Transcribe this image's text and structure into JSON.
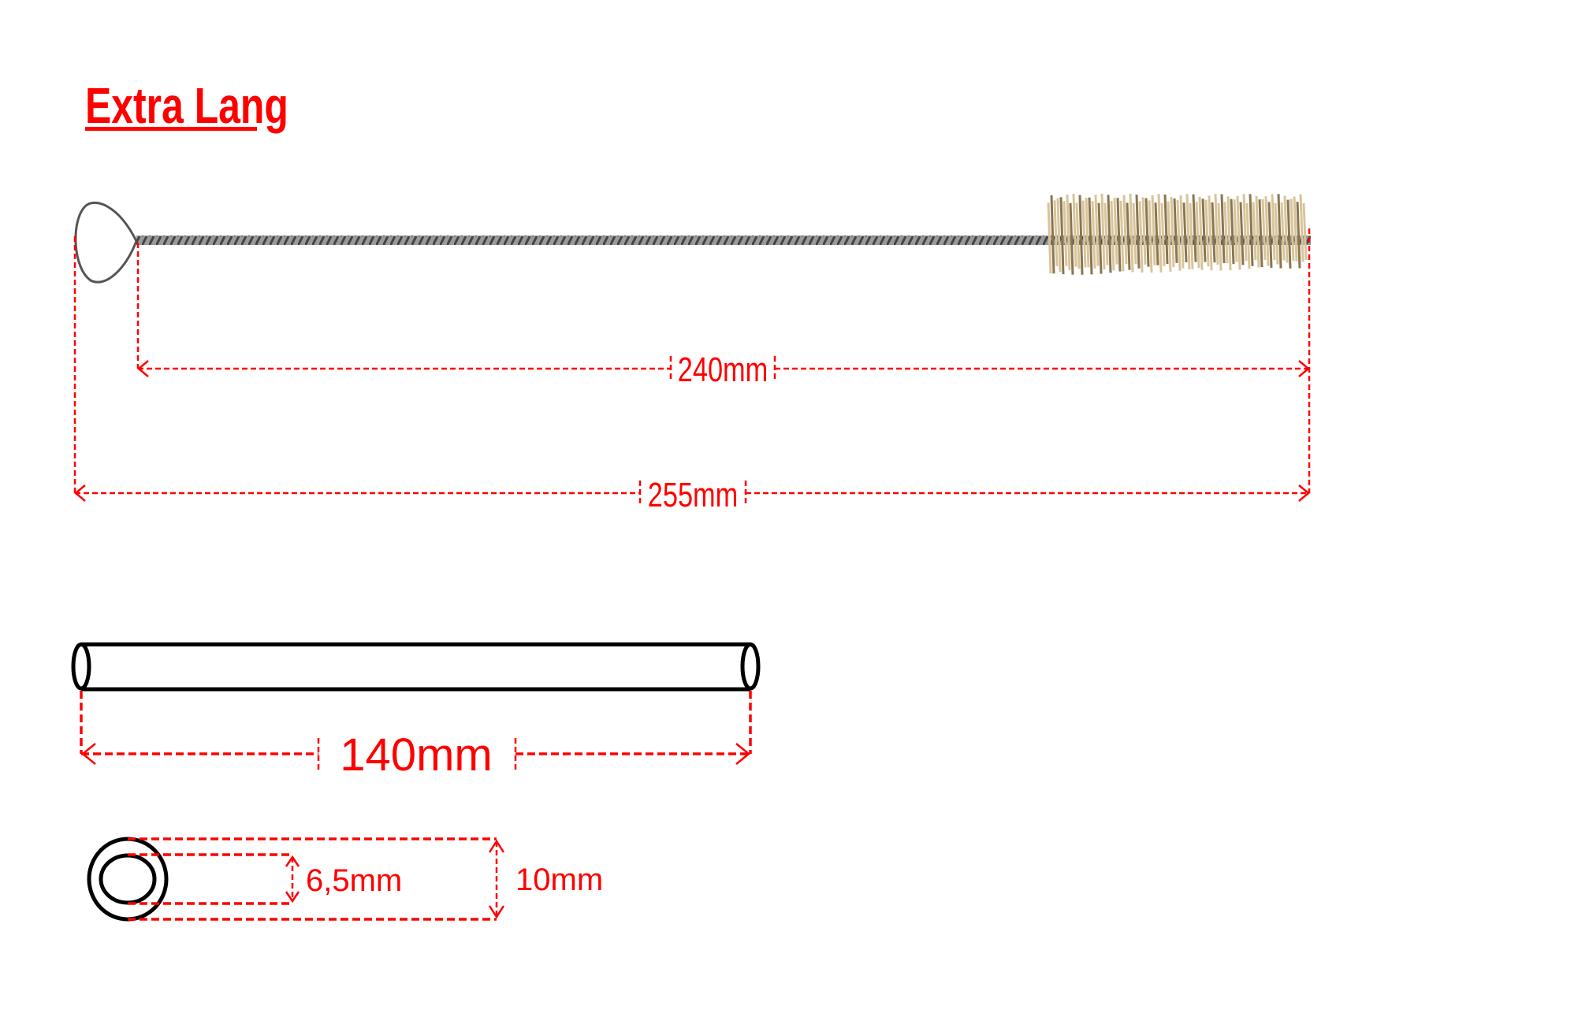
{
  "title": "Extra Lang",
  "colors": {
    "accent": "#ff0000",
    "bristle": "#d8c49a",
    "wire": "#777777",
    "outline": "#000000"
  },
  "brush": {
    "inner_length_label": "240mm",
    "total_length_label": "255mm"
  },
  "tube": {
    "length_label": "140mm",
    "inner_diameter_label": "6,5mm",
    "outer_diameter_label": "10mm"
  }
}
